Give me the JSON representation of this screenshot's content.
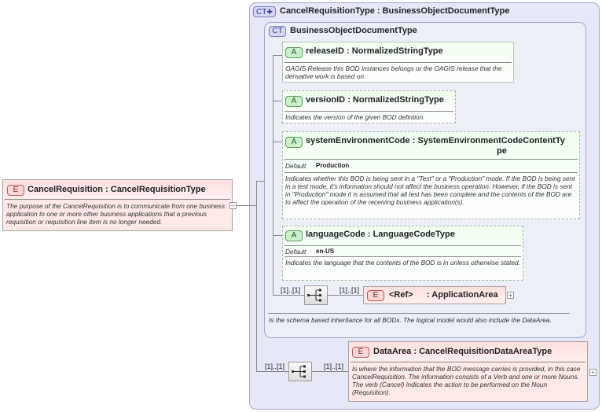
{
  "outer_type": {
    "badge": "CT",
    "name": "CancelRequisitionType",
    "base": ": BusinessObjectDocumentType"
  },
  "inner_type": {
    "badge": "CT",
    "name": "BusinessObjectDocumentType",
    "doc": "Is the schema based inheritance for all BODs. The logical model would also include the DataArea."
  },
  "attributes": [
    {
      "badge": "A",
      "name": "releaseID",
      "type": ": NormalizedStringType",
      "doc": "OAGIS Release this BOD Instances belongs or the OAGIS release that the derivative work is based on."
    },
    {
      "badge": "A",
      "name": "versionID",
      "type": ": NormalizedStringType",
      "doc": "Indicates the version of the given BOD defintion."
    },
    {
      "badge": "A",
      "name": "systemEnvironmentCode",
      "type": ": SystemEnvironmentCodeContentTy",
      "type_cont": "pe",
      "default_label": "Default",
      "default_value": "Production",
      "doc": "Indicates whether this BOD is being sent in a \"Test\" or a \"Production\" mode. If the BOD is being sent in a test mode, it's information should not affect the business operation. However, if the BOD is sent in \"Production\" mode it is assumed that all test has been complete and the contents of the BOD are to affect the operation of the receiving business application(s)."
    },
    {
      "badge": "A",
      "name": "languageCode",
      "type": ": LanguageCodeType",
      "default_label": "Default",
      "default_value": "en-US",
      "doc": "Indicates the language that the contents of the BOD is in unless otherwise stated."
    }
  ],
  "root_element": {
    "badge": "E",
    "name": "CancelRequisition",
    "type": ": CancelRequisitionType",
    "doc": "The purpose of the CancelRequisition is to communicate from one business application to one or more other business applications that a previous requisition or requisition line item is no longer needed."
  },
  "application_area": {
    "badge": "E",
    "ref": "<Ref>",
    "name": ": ApplicationArea",
    "seq_card": "[1]..[1]",
    "elem_card": "[1]..[1]"
  },
  "data_area": {
    "badge": "E",
    "name": "DataArea",
    "type": ": CancelRequisitionDataAreaType",
    "doc": "Is where the information that the BOD message carries is provided, in this case CancelRequisition. The information consists of a Verb and one or more Nouns. The verb (Cancel) indicates the action to be performed on the Noun (Requisition).",
    "seq_card": "[1]..[1]",
    "elem_card": "[1]..[1]"
  },
  "icons": {
    "sequence": "sequence-compositor-icon",
    "expand": "expand-plus-icon",
    "collapse": "collapse-minus-icon",
    "ct_extension": "complex-type-extension-icon"
  },
  "colors": {
    "complex_type_bg": "#e6e8f8",
    "attribute_bg": "#f0fff0",
    "element_bg": "#ffe8e8"
  }
}
